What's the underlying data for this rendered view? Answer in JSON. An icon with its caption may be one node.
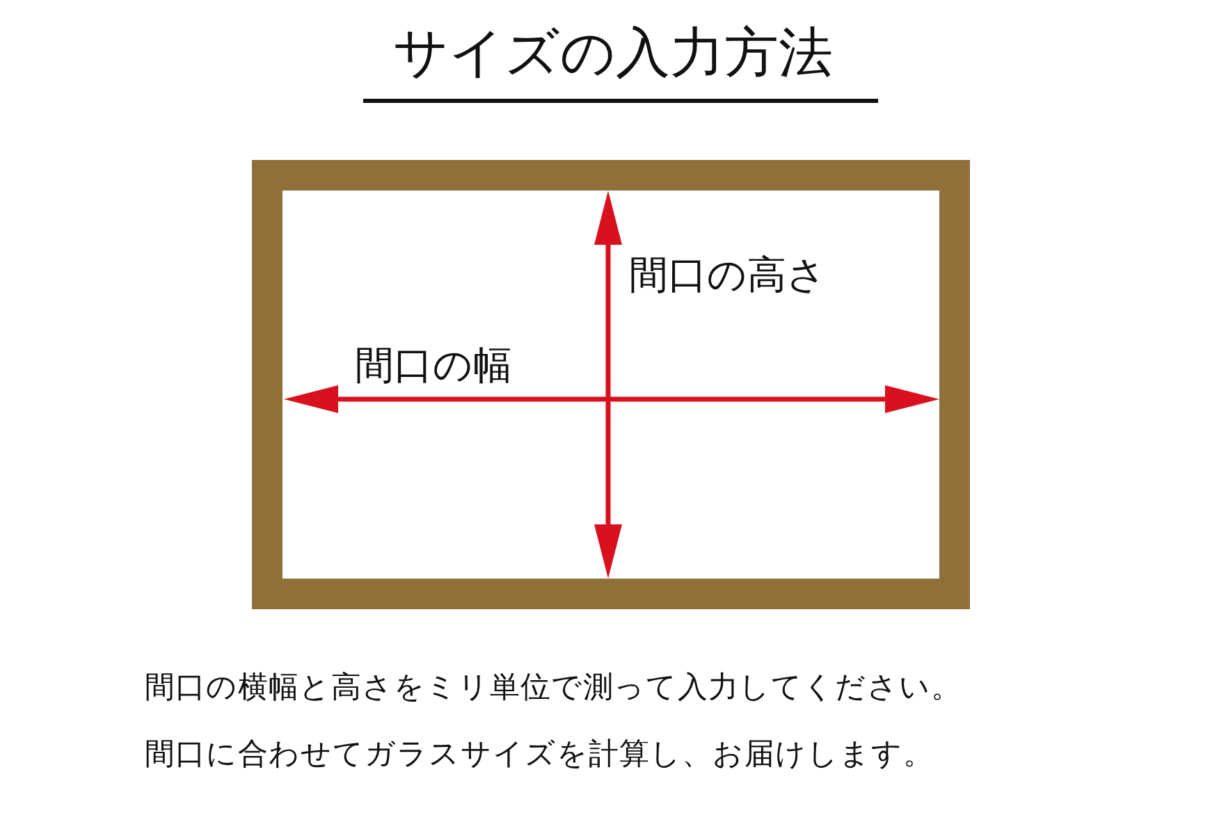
{
  "diagram": {
    "title": "サイズの入力方法",
    "labels": [
      "間口の高さ",
      "間口の幅",
      "間口の横幅と高さをミリ単位で測って入力してください。",
      "間口に合わせてガラスサイズを計算し、お届けします。"
    ]
  }
}
